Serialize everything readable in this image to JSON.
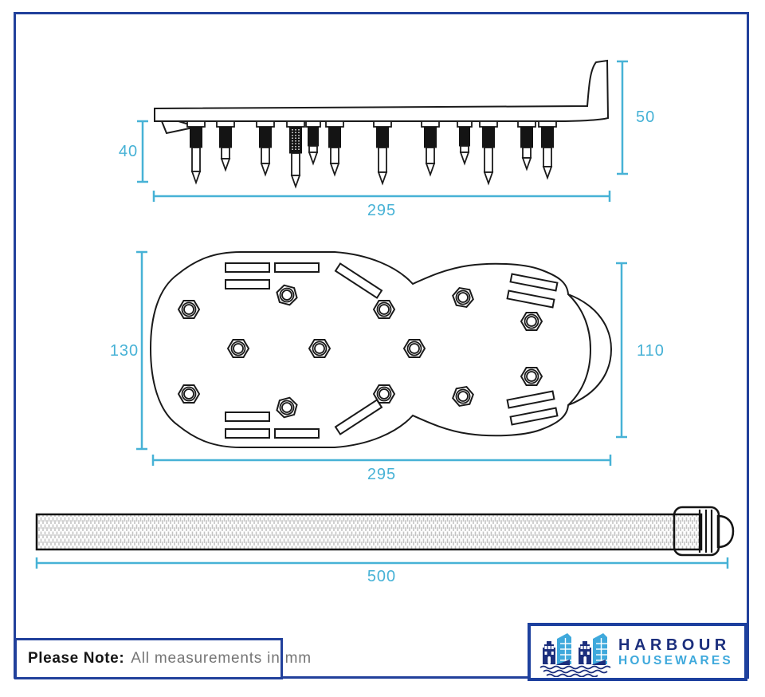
{
  "dimensions": {
    "side_view": {
      "spike_length": "40",
      "heel_height": "50",
      "length": "295"
    },
    "top_view": {
      "toe_width": "130",
      "heel_width": "110",
      "length": "295"
    },
    "strap": {
      "length": "500"
    }
  },
  "note": {
    "label": "Please Note:",
    "text": "All measurements in mm"
  },
  "logo": {
    "line1": "HARBOUR",
    "line2": "HOUSEWARES"
  },
  "colors": {
    "dimension_cyan": "#47b2d6",
    "frame_navy": "#21409b",
    "logo_navy": "#1c2f7d",
    "logo_blue": "#3fa9dc",
    "ink_black": "#1a1a1a",
    "strap_texture_gray": "#c4c4c4"
  }
}
